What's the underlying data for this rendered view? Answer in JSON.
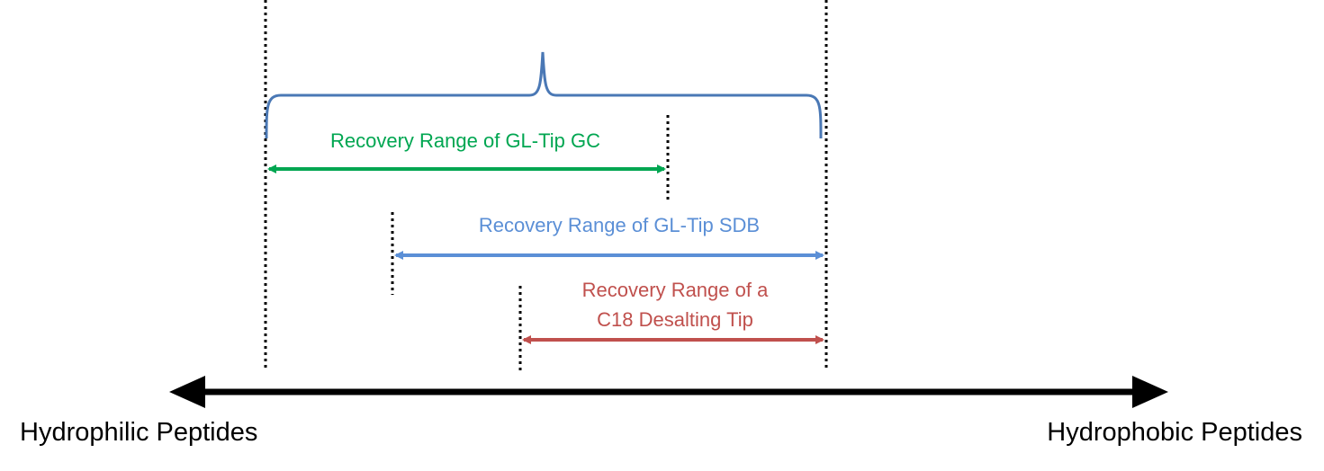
{
  "axis": {
    "left_label": "Hydrophilic Peptides",
    "right_label": "Hydrophobic Peptides",
    "color": "#000000"
  },
  "ranges": [
    {
      "id": "gl-tip-gc",
      "label_lines": [
        "Recovery Range of GL-Tip GC"
      ],
      "color": "#00a651"
    },
    {
      "id": "gl-tip-sdb",
      "label_lines": [
        "Recovery Range of GL-Tip SDB"
      ],
      "color": "#5b8fd6"
    },
    {
      "id": "c18-desalting-tip",
      "label_lines": [
        "Recovery Range of a",
        "C18 Desalting Tip"
      ],
      "color": "#c0504d"
    }
  ],
  "brace": {
    "color": "#4a78b5"
  },
  "boundary_line_color": "#000000"
}
